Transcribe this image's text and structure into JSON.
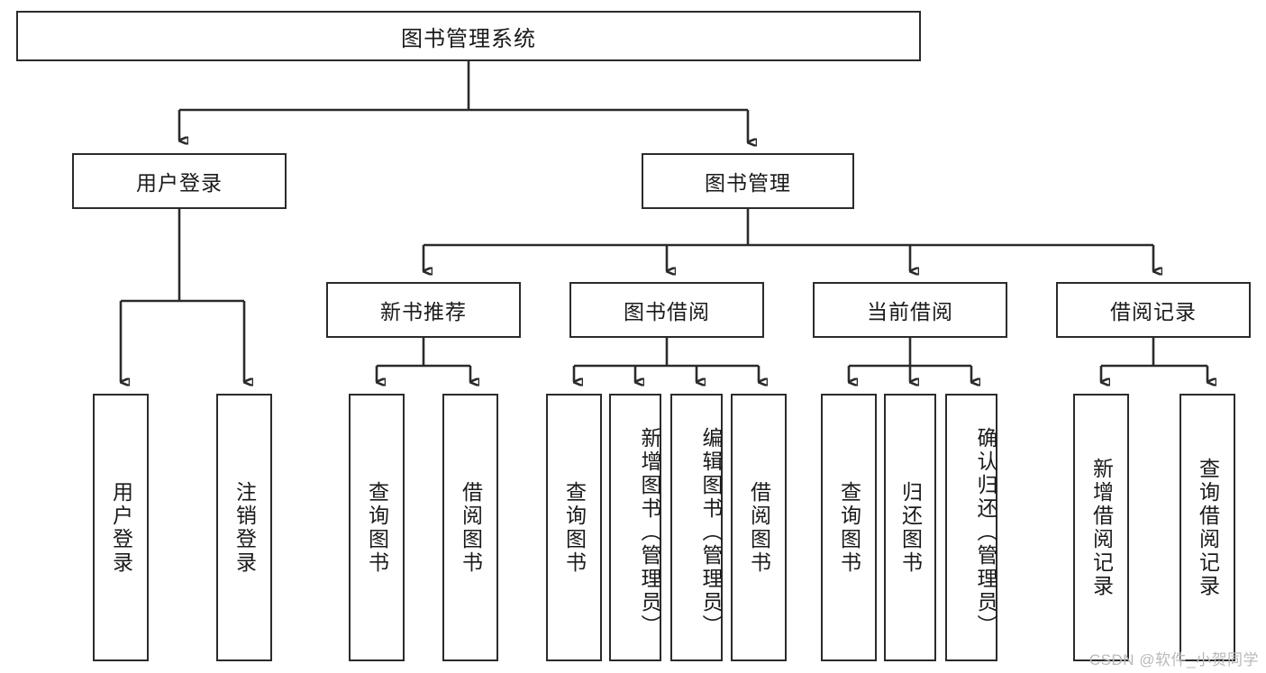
{
  "diagram": {
    "title": "图书管理系统",
    "type": "tree-hierarchy-chart",
    "watermark": "CSDN @软件_小贺同学",
    "colors": {
      "background": "#ffffff",
      "node_border": "#2b2b2b",
      "node_fill": "#ffffff",
      "edge": "#2b2b2b",
      "text": "#1a1a1a",
      "watermark": "#b9b9b9"
    },
    "root": {
      "label": "图书管理系统"
    },
    "level2": [
      {
        "id": "user-login",
        "label": "用户登录"
      },
      {
        "id": "book-management",
        "label": "图书管理"
      }
    ],
    "level3": [
      {
        "id": "new-book-recommend",
        "label": "新书推荐",
        "parent": "book-management"
      },
      {
        "id": "book-borrow",
        "label": "图书借阅",
        "parent": "book-management"
      },
      {
        "id": "current-borrow",
        "label": "当前借阅",
        "parent": "book-management"
      },
      {
        "id": "borrow-record",
        "label": "借阅记录",
        "parent": "book-management"
      }
    ],
    "leaves": [
      {
        "id": "leaf-user-login",
        "label": "用户登录",
        "parent": "user-login"
      },
      {
        "id": "leaf-logout-login",
        "label": "注销登录",
        "parent": "user-login"
      },
      {
        "id": "leaf-query-book-1",
        "label": "查询图书",
        "parent": "new-book-recommend"
      },
      {
        "id": "leaf-borrow-book-1",
        "label": "借阅图书",
        "parent": "new-book-recommend"
      },
      {
        "id": "leaf-query-book-2",
        "label": "查询图书",
        "parent": "book-borrow"
      },
      {
        "id": "leaf-add-book",
        "label": "新增图书（管理员）",
        "parent": "book-borrow"
      },
      {
        "id": "leaf-edit-book",
        "label": "编辑图书（管理员）",
        "parent": "book-borrow"
      },
      {
        "id": "leaf-borrow-book-2",
        "label": "借阅图书",
        "parent": "book-borrow"
      },
      {
        "id": "leaf-query-book-3",
        "label": "查询图书",
        "parent": "current-borrow"
      },
      {
        "id": "leaf-return-book",
        "label": "归还图书",
        "parent": "current-borrow"
      },
      {
        "id": "leaf-confirm-return",
        "label": "确认归还（管理员）",
        "parent": "current-borrow"
      },
      {
        "id": "leaf-add-record",
        "label": "新增借阅记录",
        "parent": "borrow-record"
      },
      {
        "id": "leaf-query-record",
        "label": "查询借阅记录",
        "parent": "borrow-record"
      }
    ]
  }
}
